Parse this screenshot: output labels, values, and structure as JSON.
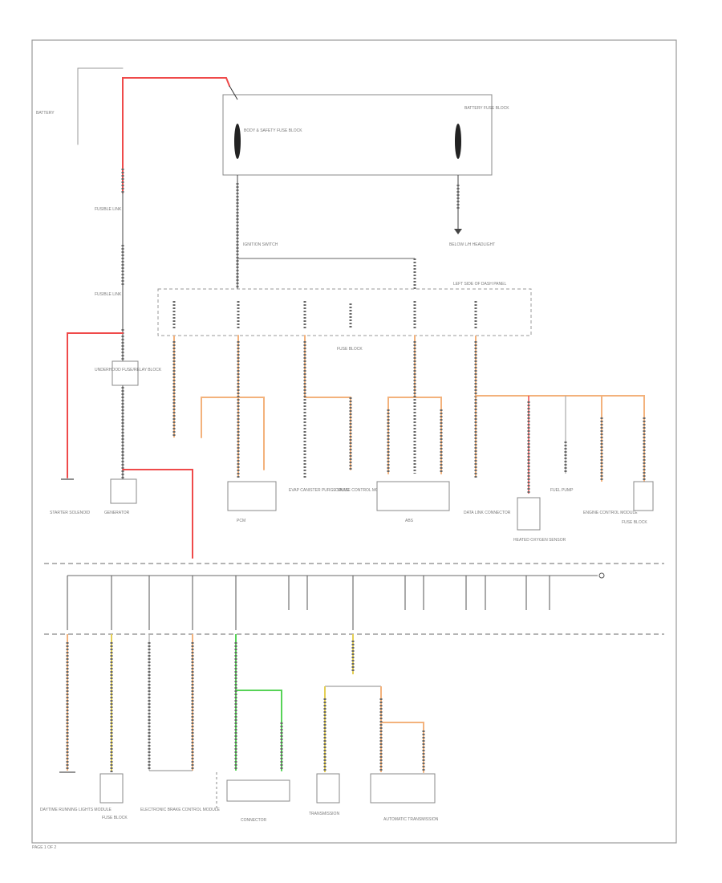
{
  "colors": {
    "red": "#ef4a4a",
    "orange": "#f3b27c",
    "yellow": "#e4cf55",
    "green": "#57d357",
    "gray": "#888888",
    "dark": "#333333"
  },
  "labels": {
    "battery": "BATTERY",
    "bus_left": "BODY & SAFETY FUSE BLOCK",
    "bus_right": "BATTERY FUSE BLOCK",
    "ground": "BELOW L/H HEADLIGHT",
    "fuse_block_main": "LEFT SIDE OF DASH PANEL",
    "relay_box": "UNDERHOOD FUSE/RELAY BLOCK",
    "ign_sw": "IGNITION SWITCH",
    "starter": "STARTER SOLENOID",
    "generator": "GENERATOR",
    "pcm": "PCM",
    "eco_relay": "EVAP CANISTER PURGE VALVE",
    "cruise": "CRUISE CONTROL MODULE",
    "abs": "ABS",
    "data_link": "DATA LINK CONNECTOR",
    "heated_o2": "HEATED OXYGEN SENSOR",
    "fuel_pump": "FUEL PUMP",
    "electronic_brake": "ELECTRONIC BRAKE CONTROL MODULE",
    "automatic_trans": "AUTOMATIC TRANSMISSION",
    "eng_control": "ENGINE CONTROL MODULE",
    "bottom_left": "DAYTIME RUNNING LIGHTS MODULE",
    "bottom_fuse": "FUSE BLOCK",
    "ecm_conn": "CONNECTOR",
    "right_tag": "FUSE BLOCK",
    "page_tag": "PAGE 1 OF 2"
  }
}
